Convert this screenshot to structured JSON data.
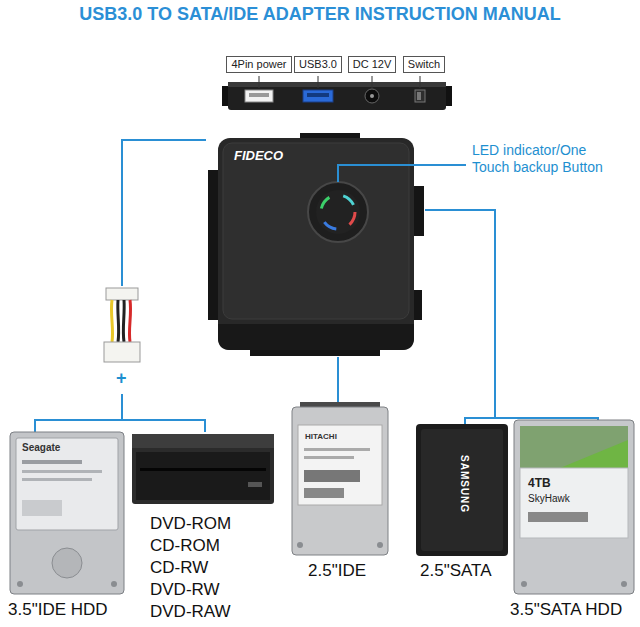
{
  "diagram": {
    "title": "USB3.0 TO SATA/IDE ADAPTER INSTRUCTION MANUAL",
    "nodes": [
      {
        "text": [
          "4Pin power"
        ]
      },
      {
        "text": [
          "USB3.0"
        ]
      },
      {
        "text": [
          "DC 12V"
        ]
      },
      {
        "text": [
          "Switch"
        ]
      },
      {
        "text": [
          "FIDECO"
        ]
      }
    ],
    "labels": [
      "LED indicator/One Touch backup Button",
      "+",
      "3.5\"IDE HDD",
      "DVD-ROM",
      "CD-ROM",
      "CD-RW",
      "DVD-RW",
      "DVD-RAW",
      "2.5\"IDE",
      "2.5\"SATA",
      "3.5\"SATA HDD",
      "Seagate",
      "HITACHI",
      "SAMSUNG",
      "4TB",
      "SkyHawk"
    ]
  }
}
